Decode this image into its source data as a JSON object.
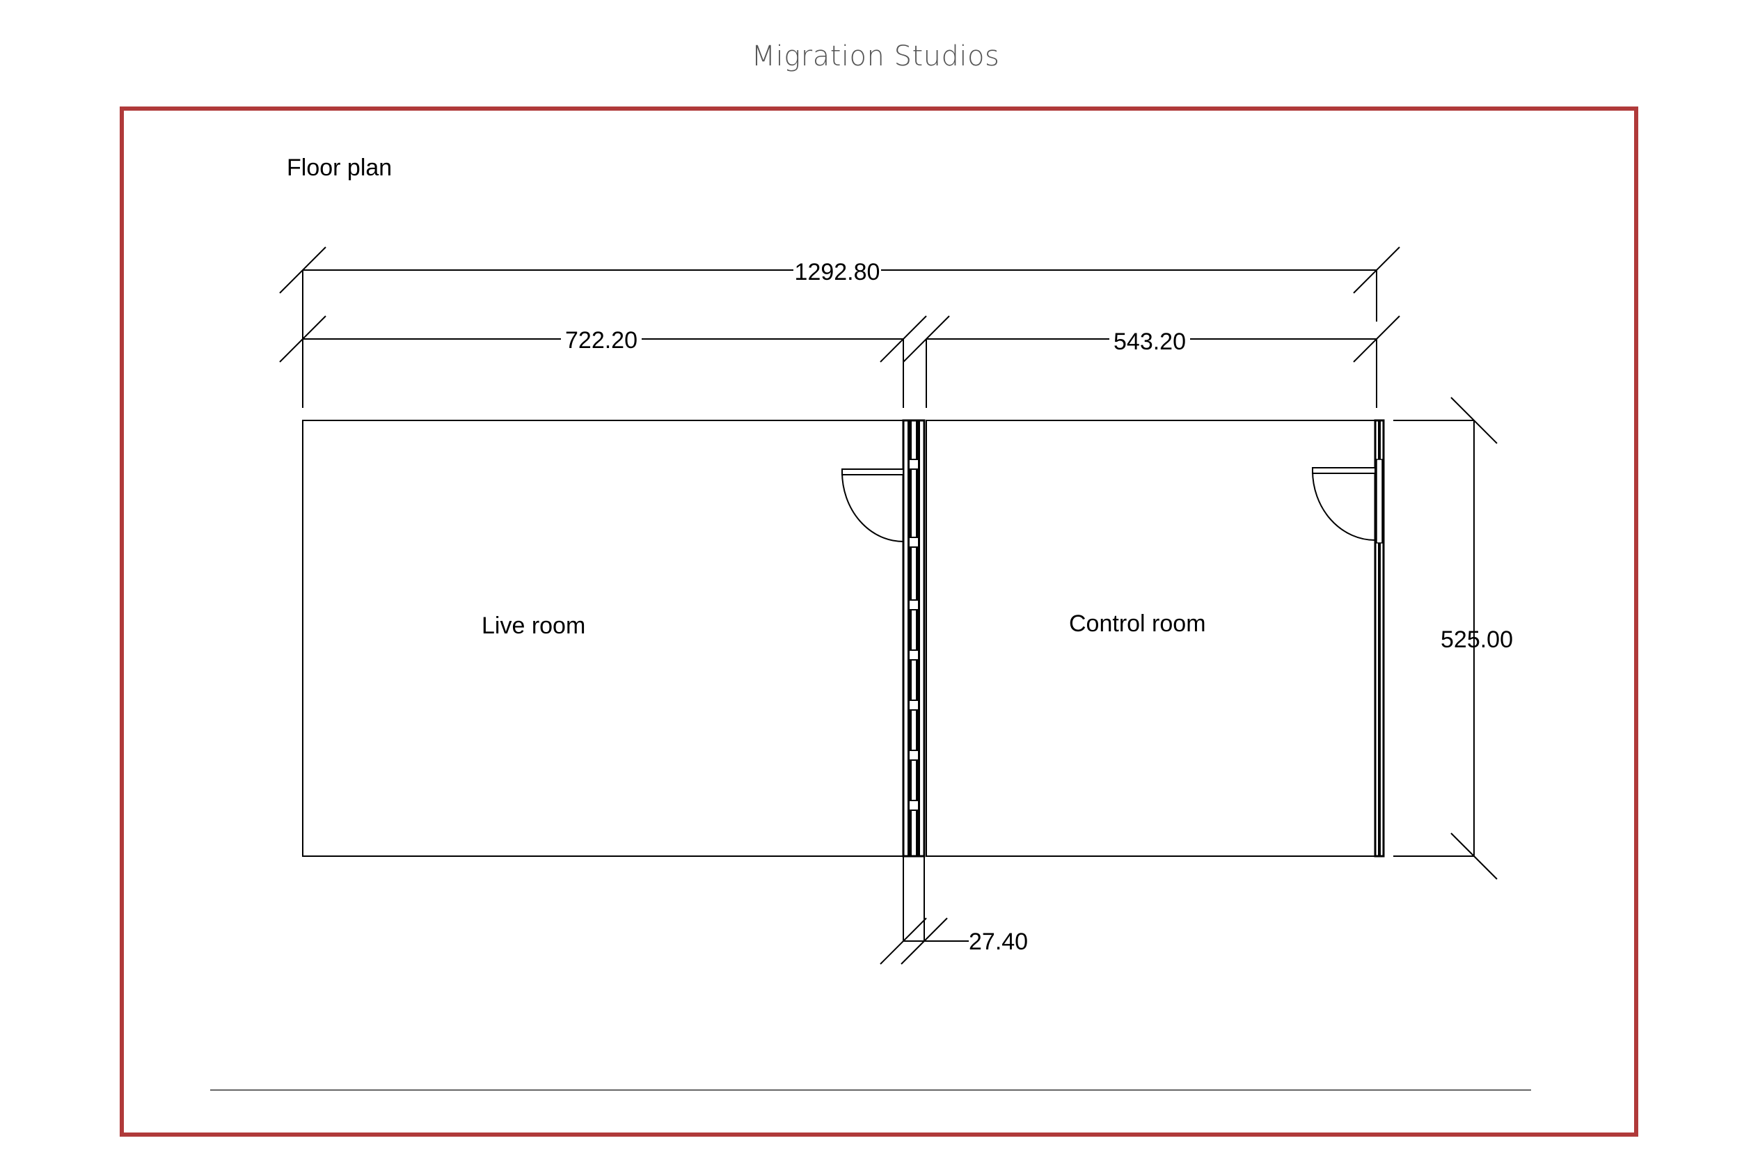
{
  "header": {
    "title": "Migration Studios"
  },
  "drawing": {
    "heading": "Floor plan",
    "rooms": {
      "live": "Live room",
      "control": "Control room"
    },
    "dimensions": {
      "overall_width": "1292.80",
      "live_width": "722.20",
      "control_width": "543.20",
      "height": "525.00",
      "wall_thickness": "27.40"
    }
  },
  "colors": {
    "frame": "#b03a3a",
    "line": "#000000",
    "footer_rule": "#666666"
  }
}
